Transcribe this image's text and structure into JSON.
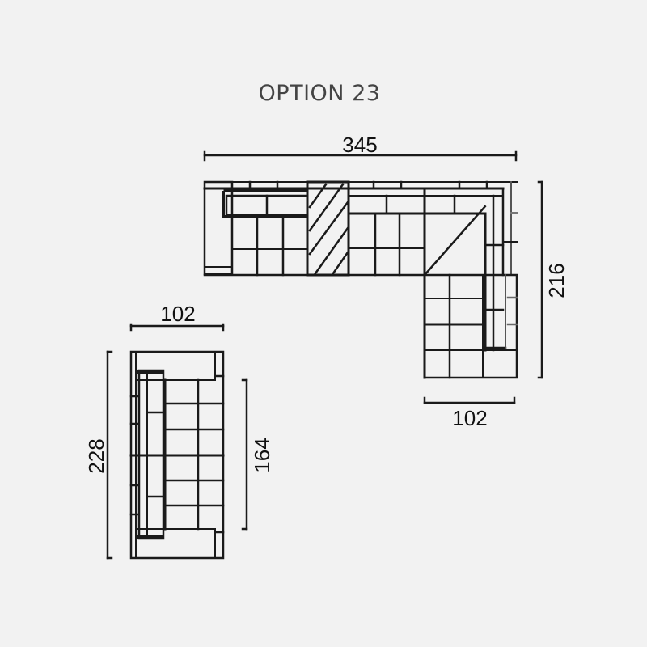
{
  "title": "OPTION 23",
  "colors": {
    "background": "#f2f2f2",
    "line": "#1a1a1a",
    "title": "#444444"
  },
  "corner_sofa": {
    "width_label": "345",
    "depth_label": "216",
    "chaise_width_label": "102"
  },
  "straight_sofa": {
    "width_label": "102",
    "length_label": "228",
    "seat_length_label": "164"
  }
}
